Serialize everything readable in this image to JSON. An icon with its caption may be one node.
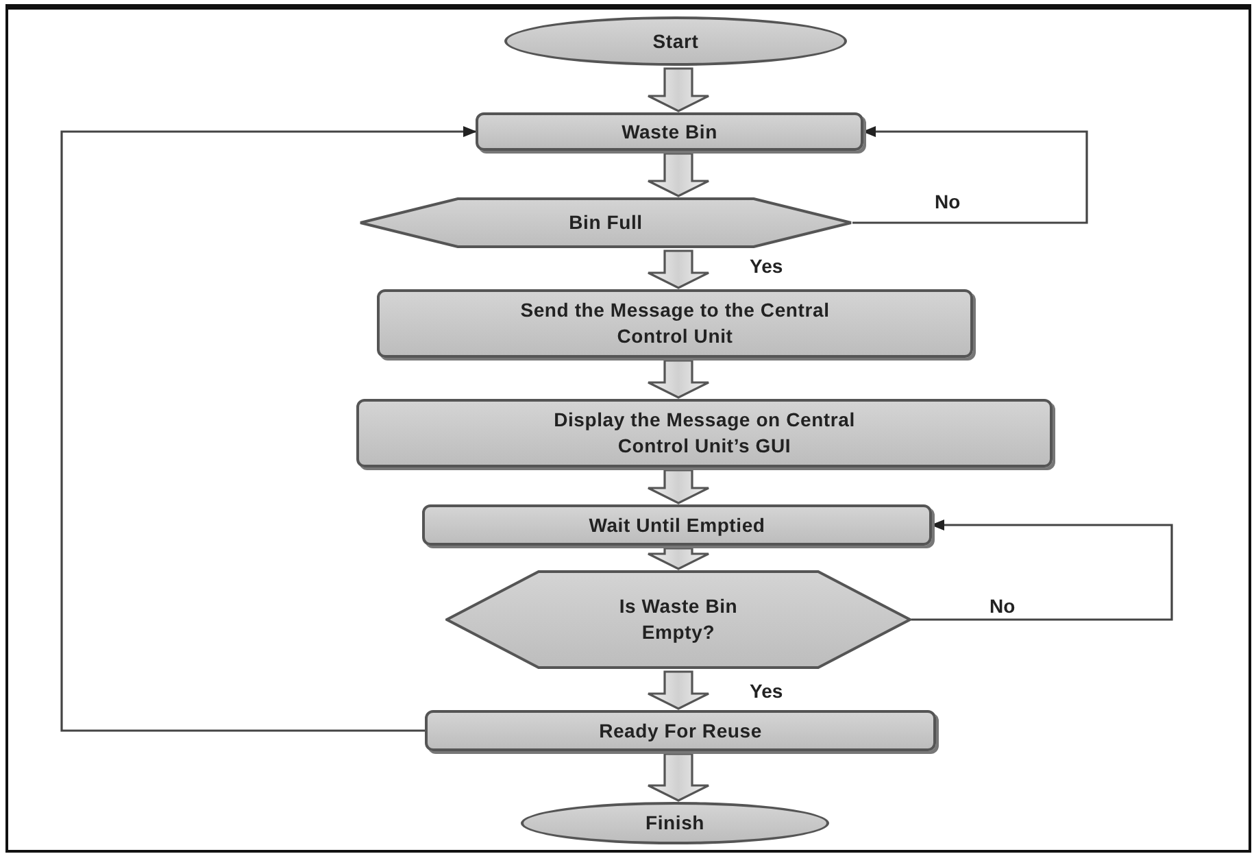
{
  "diagram": {
    "nodes": [
      {
        "text": [
          "Start"
        ]
      },
      {
        "text": [
          "Waste Bin"
        ]
      },
      {
        "text": [
          "Bin Full"
        ]
      },
      {
        "text": [
          "Send the Message to the Central Control Unit"
        ]
      },
      {
        "text": [
          "Display the Message on Central Control Unit’s GUI"
        ]
      },
      {
        "text": [
          "Wait Until Emptied"
        ]
      },
      {
        "text": [
          "Is Waste Bin Empty?"
        ]
      },
      {
        "text": [
          "Ready For Reuse"
        ]
      },
      {
        "text": [
          "Finish"
        ]
      }
    ],
    "edges": [
      {
        "from": 0,
        "to": 1,
        "arrow": "to"
      },
      {
        "from": 1,
        "to": 2,
        "arrow": "to"
      },
      {
        "from": 2,
        "to": 3,
        "arrow": "to",
        "label": "Yes"
      },
      {
        "from": 2,
        "to": 1,
        "arrow": "to",
        "label": "No"
      },
      {
        "from": 3,
        "to": 4,
        "arrow": "to"
      },
      {
        "from": 4,
        "to": 5,
        "arrow": "to"
      },
      {
        "from": 5,
        "to": 6,
        "arrow": "to"
      },
      {
        "from": 6,
        "to": 7,
        "arrow": "to",
        "label": "Yes"
      },
      {
        "from": 6,
        "to": 5,
        "arrow": "to",
        "label": "No"
      },
      {
        "from": 7,
        "to": 1,
        "arrow": "to"
      },
      {
        "from": 7,
        "to": 8,
        "arrow": "to"
      }
    ]
  }
}
